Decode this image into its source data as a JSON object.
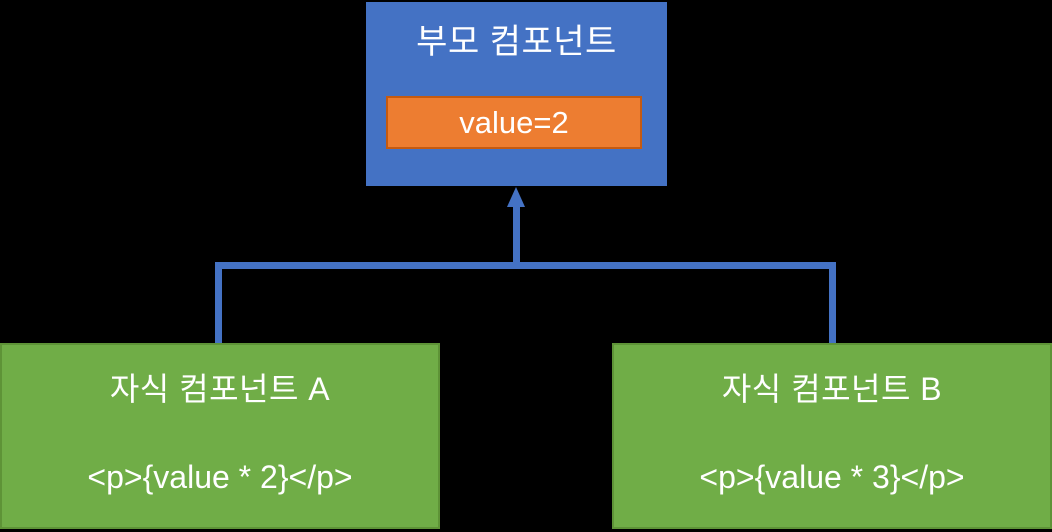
{
  "diagram": {
    "title": "React props data flow diagram",
    "colors": {
      "background": "#000000",
      "parent_fill": "#4472C4",
      "state_fill": "#ED7D31",
      "state_border": "#C55A11",
      "child_fill": "#70AD47",
      "child_border": "#5E9337",
      "connector": "#4472C4",
      "text": "#FFFFFF"
    },
    "parent": {
      "title": "부모 컴포넌트",
      "state": {
        "label": "value=2"
      }
    },
    "children": [
      {
        "title": "자식 컴포넌트 A",
        "code": "<p>{value * 2}</p>"
      },
      {
        "title": "자식 컴포넌트 B",
        "code": "<p>{value * 3}</p>"
      }
    ],
    "connectors": {
      "arrow_direction": "up",
      "description": "Two child nodes join a horizontal bar that feeds an upward arrow into the parent node"
    }
  }
}
